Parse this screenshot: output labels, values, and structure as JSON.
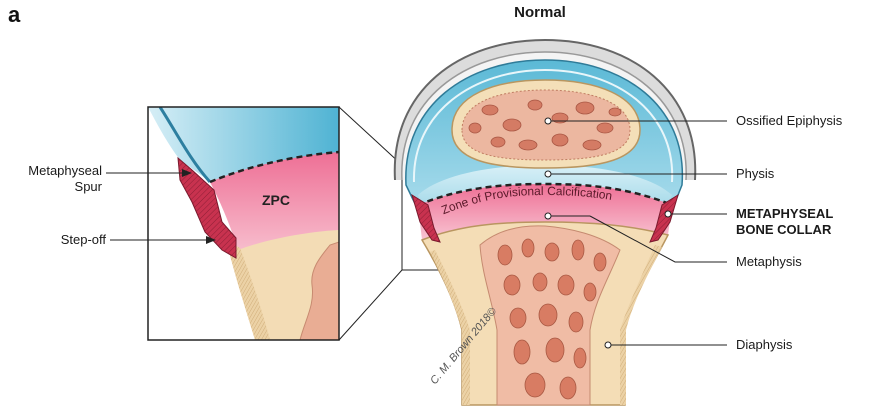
{
  "panel_letter": "a",
  "title": "Normal",
  "inset": {
    "zpc": "ZPC"
  },
  "zone_label": "Zone of Provisional Calcification",
  "labels_left": {
    "metaphyseal_spur_line1": "Metaphyseal",
    "metaphyseal_spur_line2": "Spur",
    "step_off": "Step-off"
  },
  "labels_right": {
    "ossified_epiphysis": "Ossified Epiphysis",
    "physis": "Physis",
    "collar_line1": "METAPHYSEAL",
    "collar_line2": "BONE COLLAR",
    "metaphysis": "Metaphysis",
    "diaphysis": "Diaphysis"
  },
  "signature": "C. M. Brown 2018©",
  "colors": {
    "cartilage": "#7fcbe0",
    "physis_light": "#bfe5f0",
    "zpc_pink": "#f08aa8",
    "bone_tan": "#f2d9b0",
    "marrow": "#e8a98f",
    "collar_red": "#c0304a",
    "outline": "#333333"
  }
}
